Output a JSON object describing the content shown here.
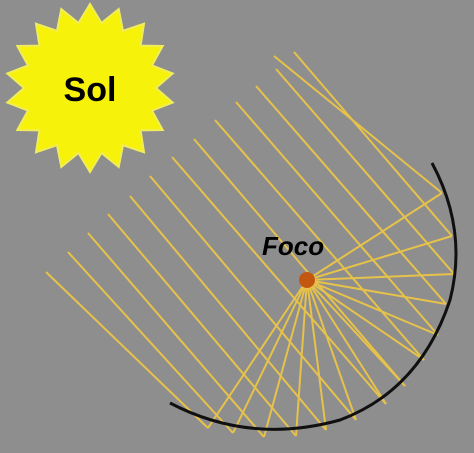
{
  "labels": {
    "sun": "Sol",
    "focus": "Foco"
  },
  "colors": {
    "background": "#8e8e8e",
    "sun_fill": "#f7f20a",
    "sun_stroke": "#f1ed5a",
    "ray": "#e7c24a",
    "mirror": "#101010",
    "focus_point": "#c4570f",
    "text": "#000000"
  },
  "icons": {
    "sun": "sun-icon",
    "mirror": "parabolic-mirror-arc",
    "focus": "focus-dot"
  }
}
